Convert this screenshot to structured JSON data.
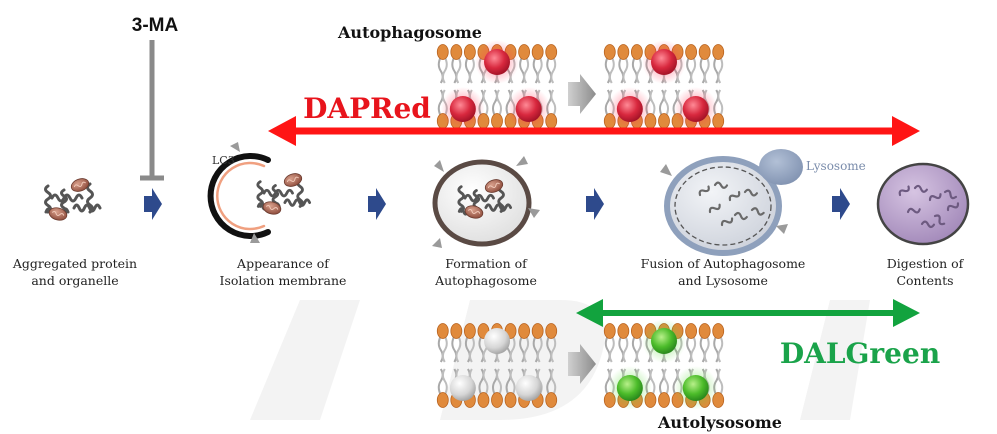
{
  "inhibitor": {
    "label": "3-MA"
  },
  "top_label": "Autophagosome",
  "bottom_label": "Autolysosome",
  "probes": {
    "red": {
      "label": "DAPRed",
      "color": "#e8141c"
    },
    "green": {
      "label": "DALGreen",
      "color": "#1aa34a"
    }
  },
  "marker_lc3": "LC3",
  "lysosome_label": "Lysosome",
  "stages": [
    {
      "line1": "Aggregated protein",
      "line2": "and organelle"
    },
    {
      "line1": "Appearance of",
      "line2": "Isolation membrane"
    },
    {
      "line1": "Formation of",
      "line2": "Autophagosome"
    },
    {
      "line1": "Fusion of Autophagosome",
      "line2": "and Lysosome"
    },
    {
      "line1": "Digestion of",
      "line2": "Contents"
    }
  ],
  "colors": {
    "flow_arrow": "#2e4a8c",
    "inhibitor_line": "#8a8a8a",
    "lysosome": "#8ea0bc",
    "digested": "#b59cc8",
    "lipid_head": "#e08a3c",
    "watermark": "#f2f2f2"
  }
}
